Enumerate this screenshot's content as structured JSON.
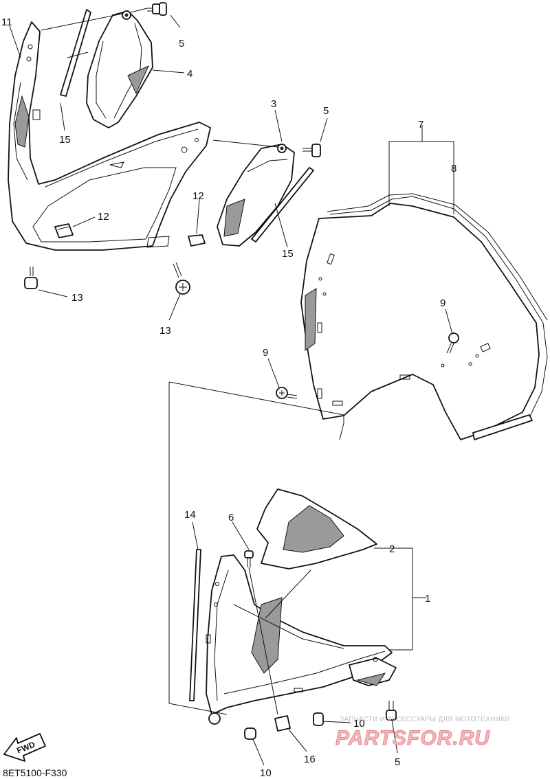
{
  "diagram": {
    "part_code": "8ET5100-F330",
    "fwd_label": "FWD",
    "callouts": [
      {
        "id": "c11",
        "text": "11"
      },
      {
        "id": "c5a",
        "text": "5"
      },
      {
        "id": "c4",
        "text": "4"
      },
      {
        "id": "c15a",
        "text": "15"
      },
      {
        "id": "c3",
        "text": "3"
      },
      {
        "id": "c5b",
        "text": "5"
      },
      {
        "id": "c7",
        "text": "7"
      },
      {
        "id": "c8",
        "text": "8"
      },
      {
        "id": "c12a",
        "text": "12"
      },
      {
        "id": "c12b",
        "text": "12"
      },
      {
        "id": "c15b",
        "text": "15"
      },
      {
        "id": "c13a",
        "text": "13"
      },
      {
        "id": "c13b",
        "text": "13"
      },
      {
        "id": "c9a",
        "text": "9"
      },
      {
        "id": "c9b",
        "text": "9"
      },
      {
        "id": "c14",
        "text": "14"
      },
      {
        "id": "c6",
        "text": "6"
      },
      {
        "id": "c2",
        "text": "2"
      },
      {
        "id": "c1",
        "text": "1"
      },
      {
        "id": "c10a",
        "text": "10"
      },
      {
        "id": "c10b",
        "text": "10"
      },
      {
        "id": "c16",
        "text": "16"
      },
      {
        "id": "c5c",
        "text": "5"
      }
    ]
  },
  "watermark": {
    "tagline": "ЗАПЧАСТИ И АКСЕССУАРЫ ДЛЯ МОТОТЕХНИКИ",
    "brand": "PARTSFOR.RU"
  }
}
